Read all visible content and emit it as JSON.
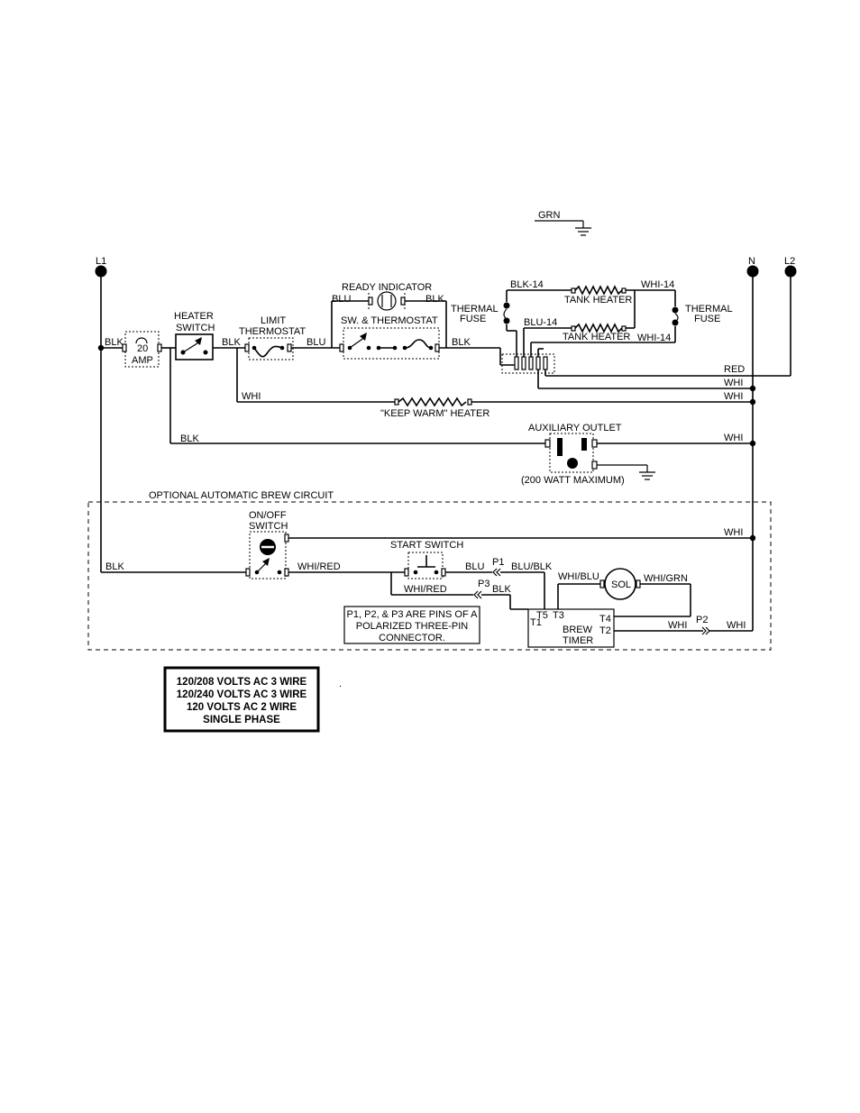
{
  "ground": {
    "top_label": "GRN"
  },
  "terminals": {
    "l1": "L1",
    "n": "N",
    "l2": "L2"
  },
  "components": {
    "breaker": [
      "20",
      "AMP"
    ],
    "heater_switch": [
      "HEATER",
      "SWITCH"
    ],
    "limit_thermostat": [
      "LIMIT",
      "THERMOSTAT"
    ],
    "ready_indicator": "READY INDICATOR",
    "sw_thermostat": "SW. & THERMOSTAT",
    "thermal_fuse_left": [
      "THERMAL",
      "FUSE"
    ],
    "thermal_fuse_right": [
      "THERMAL",
      "FUSE"
    ],
    "tank_heater_top": "TANK HEATER",
    "tank_heater_bottom": "TANK HEATER",
    "keep_warm_heater": "\"KEEP WARM\" HEATER",
    "auxiliary_outlet": "AUXILIARY OUTLET",
    "outlet_rating": "(200 WATT MAXIMUM)",
    "optional_circuit": "OPTIONAL AUTOMATIC BREW CIRCUIT",
    "onoff_switch": [
      "ON/OFF",
      "SWITCH"
    ],
    "start_switch": "START SWITCH",
    "sol": "SOL",
    "brew_timer": [
      "BREW",
      "TIMER"
    ],
    "pin_note": [
      "P1, P2, & P3 ARE PINS OF A",
      "POLARIZED THREE-PIN",
      "CONNECTOR."
    ]
  },
  "wire_labels": {
    "blk_l1": "BLK",
    "blk_hs": "BLK",
    "blu_lt": "BLU",
    "blu_ri": "BLU",
    "blk_ri": "BLK",
    "blk_sw": "BLK",
    "blk14": "BLK-14",
    "whi14_top": "WHI-14",
    "blu14": "BLU-14",
    "whi14_bottom": "WHI-14",
    "red": "RED",
    "whi_1": "WHI",
    "whi_2": "WHI",
    "whi_kw": "WHI",
    "blk_aux": "BLK",
    "whi_aux": "WHI",
    "whi_onoff": "WHI",
    "blk_l1_low": "BLK",
    "whired_1": "WHI/RED",
    "blu_p1": "BLU",
    "blublk": "BLU/BLK",
    "whired_2": "WHI/RED",
    "blk_p3": "BLK",
    "whiblu": "WHI/BLU",
    "whigrn": "WHI/GRN",
    "whi_p2": "WHI",
    "whi_n": "WHI"
  },
  "pins": {
    "p1": "P1",
    "p2": "P2",
    "p3": "P3",
    "t1": "T1",
    "t2": "T2",
    "t3": "T3",
    "t4": "T4",
    "t5": "T5"
  },
  "specs": [
    "120/208 VOLTS AC 3 WIRE",
    "120/240 VOLTS AC 3 WIRE",
    "120 VOLTS AC  2 WIRE",
    "SINGLE PHASE"
  ],
  "stray_mark": "."
}
